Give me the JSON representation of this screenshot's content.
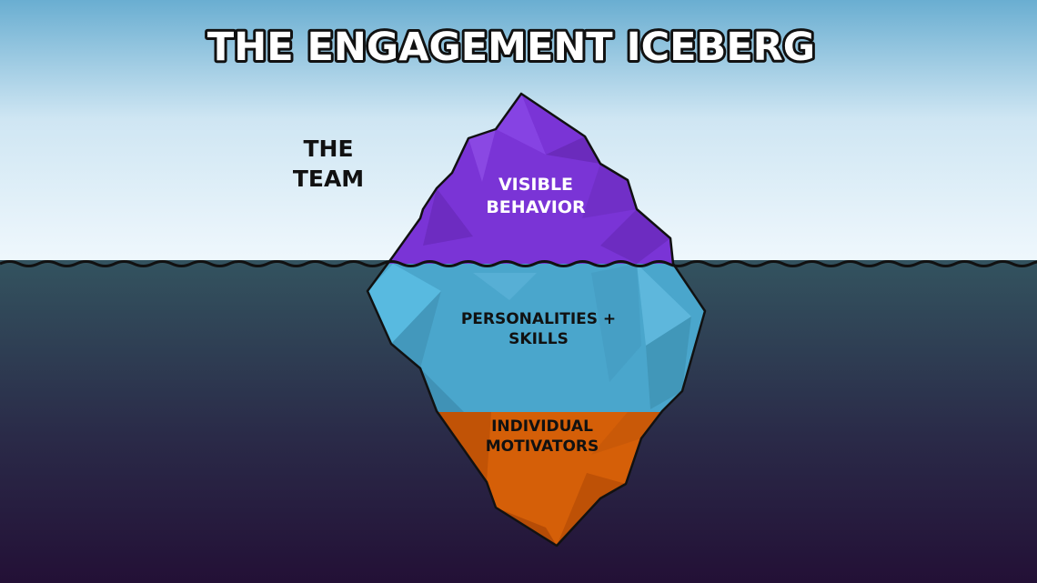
{
  "title": "THE ENGAGEMENT ICEBERG",
  "side_label": {
    "line1": "THE",
    "line2": "TEAM"
  },
  "layers": [
    {
      "line1": "VISIBLE",
      "line2": "BEHAVIOR",
      "color": "#7a34d6"
    },
    {
      "line1": "PERSONALITIES +",
      "line2": "SKILLS",
      "color": "#4aa6cc"
    },
    {
      "line1": "INDIVIDUAL",
      "line2": "MOTIVATORS",
      "color": "#d55f08"
    }
  ],
  "colors": {
    "sky_top": "#6aaed1",
    "sky_bottom": "#f0f8fd",
    "water_top": "#33535f",
    "water_bottom": "#231036"
  }
}
